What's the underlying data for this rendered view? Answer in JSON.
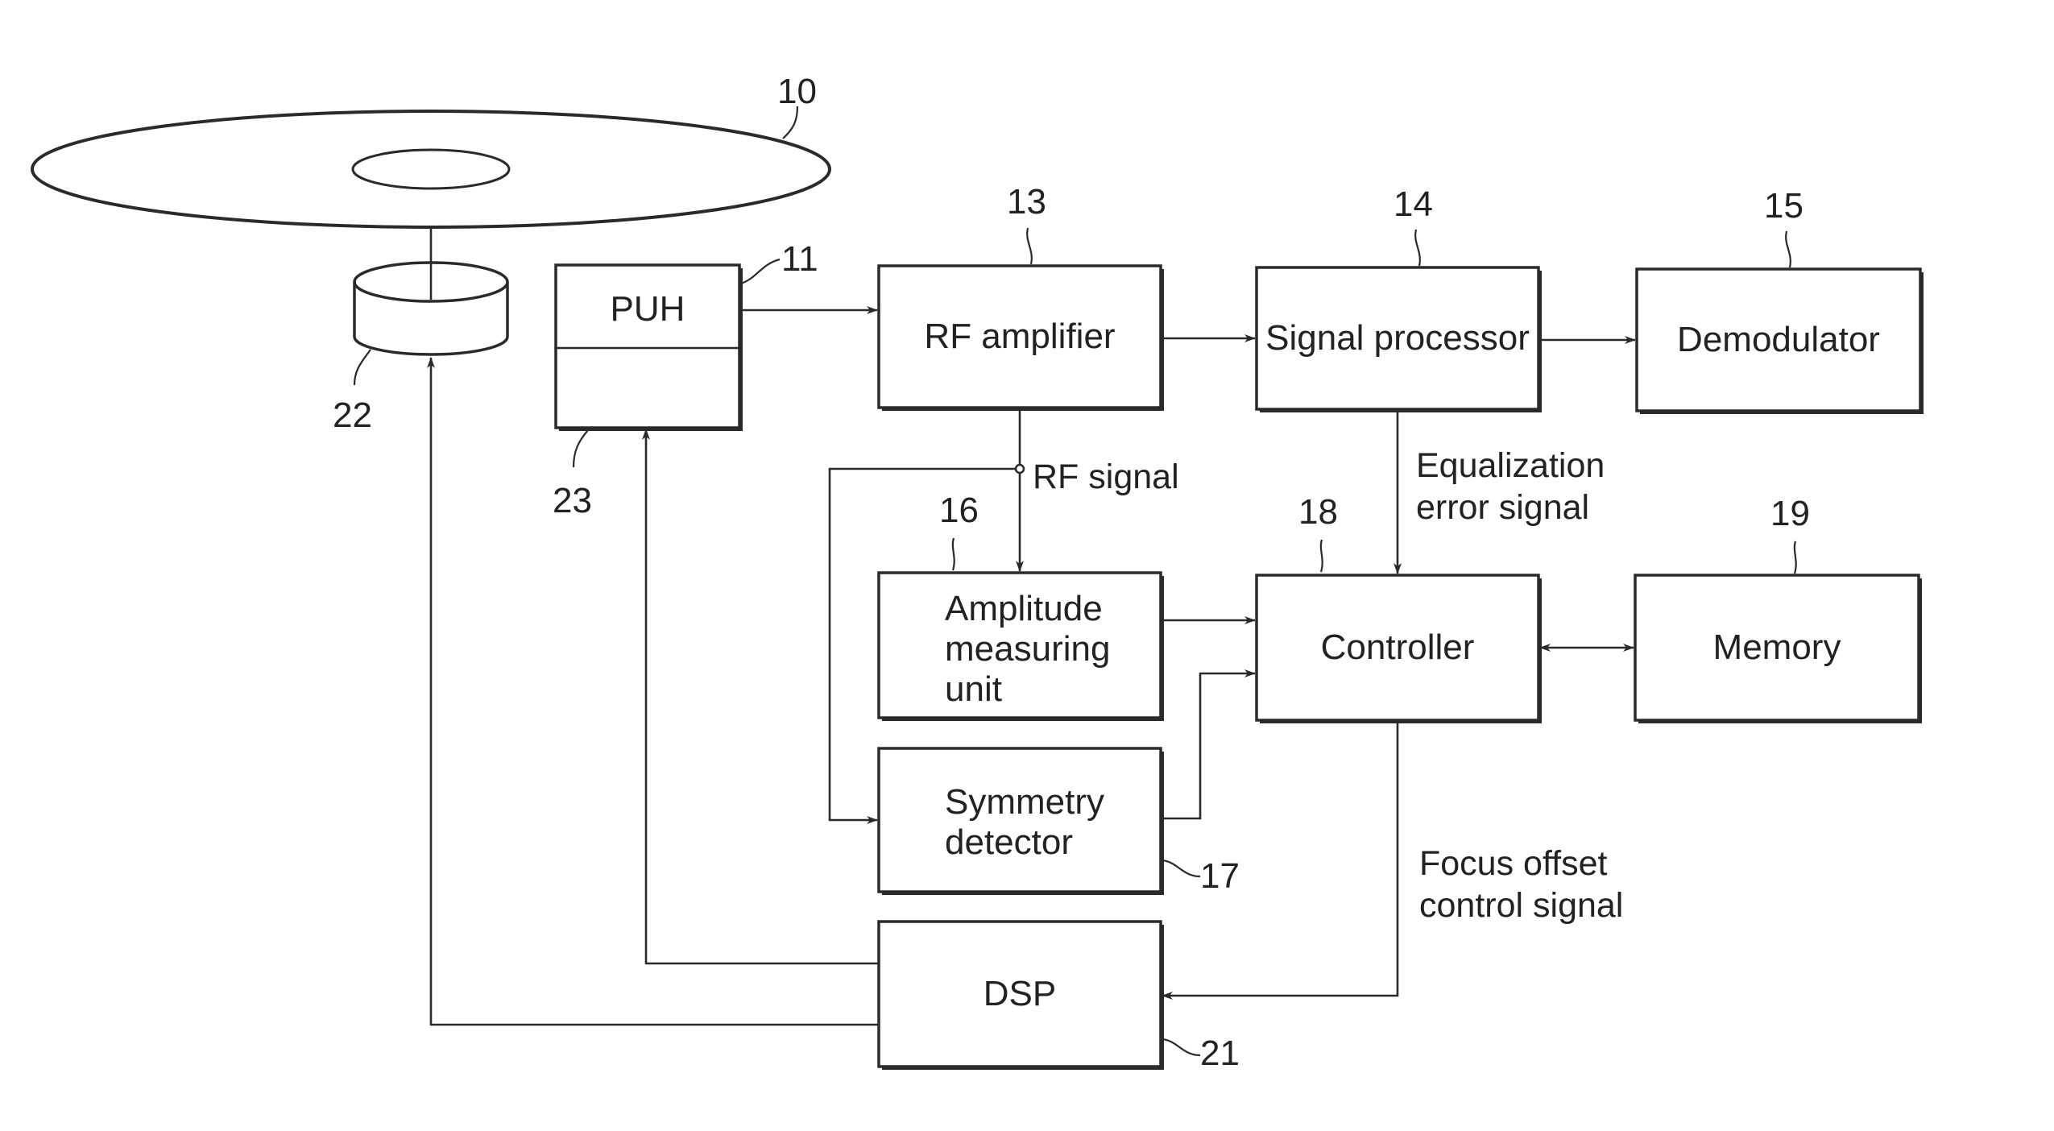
{
  "blocks": {
    "puh": "PUH",
    "rf_amplifier": "RF amplifier",
    "signal_processor": "Signal processor",
    "demodulator": "Demodulator",
    "amplitude_unit": [
      "Amplitude",
      "measuring",
      "unit"
    ],
    "controller": "Controller",
    "memory": "Memory",
    "symmetry_detector": [
      "Symmetry",
      "detector"
    ],
    "dsp": "DSP"
  },
  "reference_numbers": {
    "disc": "10",
    "puh": "11",
    "rf_amplifier": "13",
    "signal_processor": "14",
    "demodulator": "15",
    "amplitude_unit": "16",
    "symmetry_detector": "17",
    "controller": "18",
    "memory": "19",
    "dsp": "21",
    "spindle_motor": "22",
    "actuator": "23"
  },
  "signal_labels": {
    "rf_signal": "RF signal",
    "equalization": [
      "Equalization",
      "error signal"
    ],
    "focus_offset": [
      "Focus offset",
      "control signal"
    ]
  }
}
